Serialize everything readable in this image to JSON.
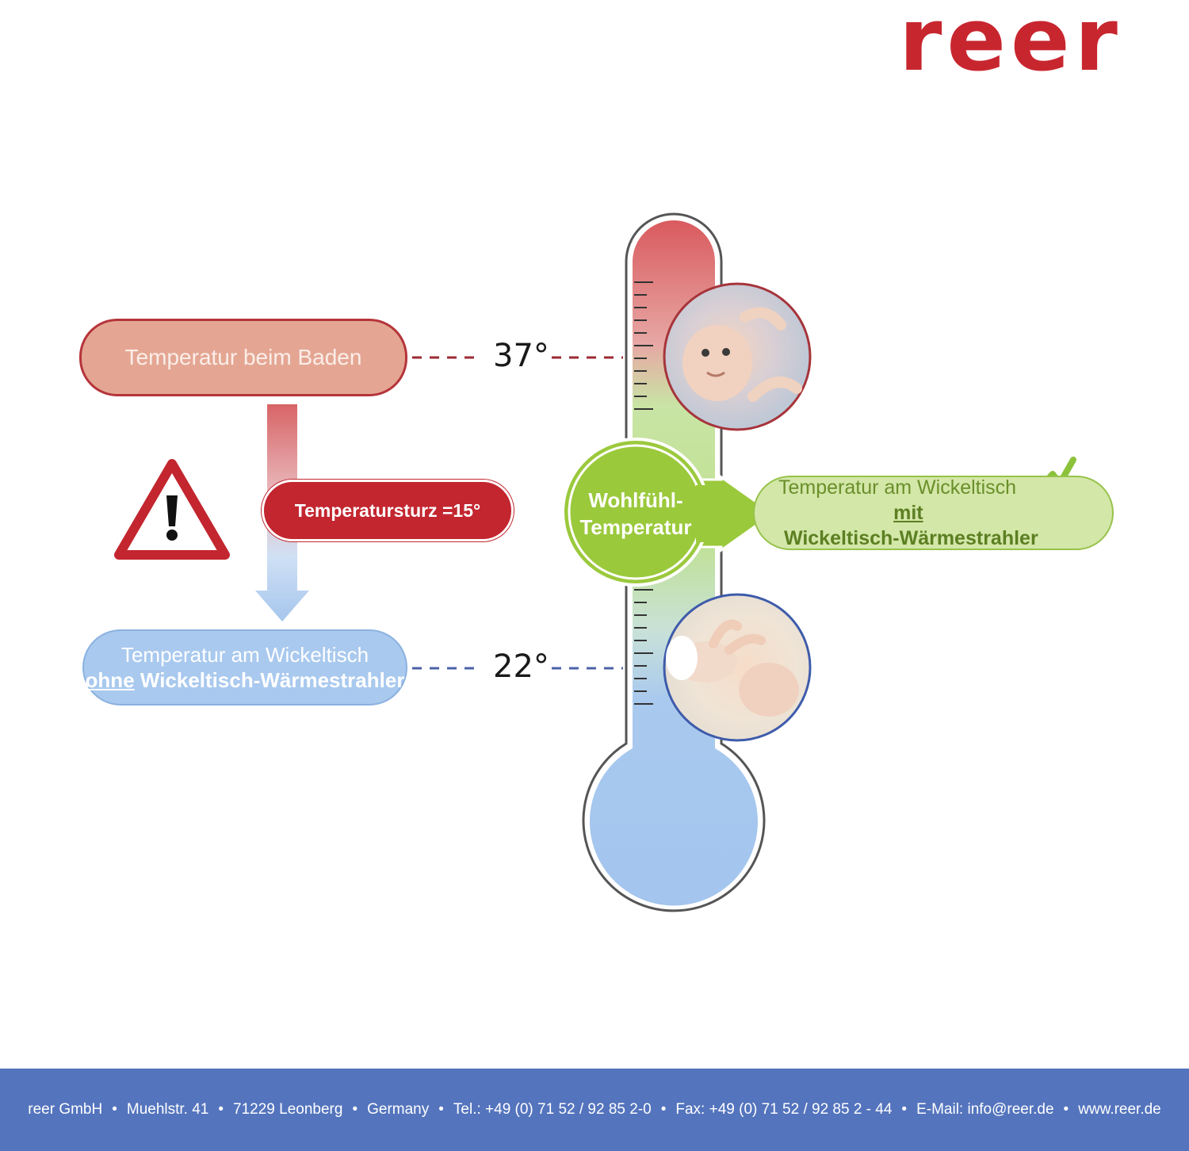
{
  "brand": {
    "logo_text": "reer",
    "color": "#c8262f"
  },
  "left": {
    "bath_label": "Temperatur beim Baden",
    "drop_label": "Temperatursturz =15°",
    "nowarm_line1": "Temperatur am Wickeltisch",
    "nowarm_emph": "ohne",
    "nowarm_rest": " Wickeltisch-Wärmestrahler"
  },
  "thermometer": {
    "mark_high": "37°",
    "mark_low": "22°",
    "comfort_line1": "Wohlfühl-",
    "comfort_line2": "Temperatur"
  },
  "right": {
    "warm_line1": "Temperatur am Wickeltisch",
    "warm_emph": "mit",
    "warm_rest": " Wickeltisch-Wärmestrahler",
    "badge_plus": "+"
  },
  "colors": {
    "red": "#c3262f",
    "salmon": "#e4a693",
    "light_blue": "#a9c9ee",
    "green": "#9bc93c",
    "footer_blue": "#5474bd"
  },
  "footer": {
    "company": "reer GmbH",
    "street": "Muehlstr. 41",
    "city": "71229 Leonberg",
    "country": "Germany",
    "tel": "Tel.: +49 (0) 71 52 / 92 85 2-0",
    "fax": "Fax: +49 (0) 71 52 / 92 85 2 - 44",
    "email": "E-Mail: info@reer.de",
    "web": "www.reer.de"
  }
}
